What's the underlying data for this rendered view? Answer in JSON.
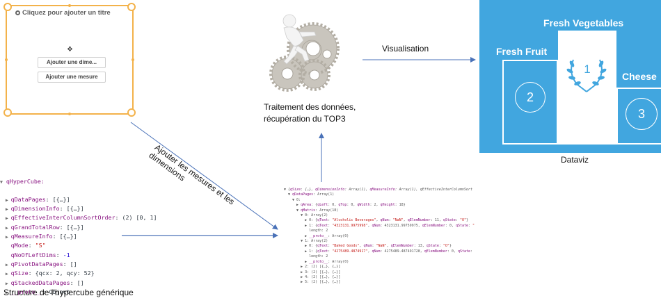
{
  "qlik_object": {
    "title_placeholder": "Cliquez pour ajouter un titre",
    "buttons": [
      {
        "label": "Ajouter une dime..."
      },
      {
        "label": "Ajouter une mesure"
      }
    ],
    "icons": {
      "title": "chart-object-icon",
      "center": "puzzle-piece-icon"
    },
    "border_color": "#f3b24a"
  },
  "hypercube": {
    "caption": "Structure de l’hypercube générique",
    "root": "qHyperCube:",
    "lines": [
      {
        "key": "qDataPages",
        "value": "[{…}]",
        "expandable": true
      },
      {
        "key": "qDimensionInfo",
        "value": "[{…}]",
        "expandable": true
      },
      {
        "key": "qEffectiveInterColumnSortOrder",
        "value": "(2) [0, 1]",
        "expandable": true
      },
      {
        "key": "qGrandTotalRow",
        "value": "[{…}]",
        "expandable": true
      },
      {
        "key": "qMeasureInfo",
        "value": "[{…}]",
        "expandable": true
      },
      {
        "key": "qMode",
        "value": "\"S\"",
        "expandable": false
      },
      {
        "key": "qNoOfLeftDims",
        "value": "-1",
        "expandable": false
      },
      {
        "key": "qPivotDataPages",
        "value": "[]",
        "expandable": true
      },
      {
        "key": "qSize",
        "value": "{qcx: 2, qcy: 52}",
        "expandable": true
      },
      {
        "key": "qStackedDataPages",
        "value": "[]",
        "expandable": true
      },
      {
        "key": "__proto__",
        "value": "Object",
        "expandable": true
      }
    ]
  },
  "datapages_dump": {
    "lines": [
      "▼ {qSize: {…}, qDimensionInfo: Array(1), qMeasureInfo: Array(1), qEffectiveInterColumnSort",
      "  ▼ qDataPages: Array(1)",
      "    ▼ 0:",
      "      ▶ qArea: {qLeft: 0, qTop: 0, qWidth: 2, qHeight: 18}",
      "      ▼ qMatrix: Array(18)",
      "        ▼ 0: Array(2)",
      "          ▶ 0: {qText: \"Alcoholic Beverages\", qNum: \"NaN\", qElemNumber: 11, qState: \"O\"}",
      "          ▶ 1: {qText: \"4323131.9975998\", qNum: 4323131.99759975, qElemNumber: 0, qState: \"",
      "            length: 2",
      "          ▶ __proto__: Array(0)",
      "        ▼ 1: Array(2)",
      "          ▶ 0: {qText: \"Baked Goods\", qNum: \"NaN\", qElemNumber: 13, qState: \"O\"}",
      "          ▶ 1: {qText: \"4275489.4874917\", qNum: 4275489.487491728, qElemNumber: 0, qState:",
      "            length: 2",
      "          ▶ __proto__: Array(0)",
      "        ▶ 2: (2) [{…}, {…}]",
      "        ▶ 3: (2) [{…}, {…}]",
      "        ▶ 4: (2) [{…}, {…}]",
      "        ▶ 5: (2) [{…}, {…}]"
    ]
  },
  "processing": {
    "caption_line1": "Traitement des données,",
    "caption_line2": "récupération du TOP3",
    "illustration": "figure-pushing-gears-icon"
  },
  "arrows": {
    "add_measures_label": "Ajouter les mesures et les dimensions",
    "add_line1": "Ajouter les mesures et les",
    "add_line2": "dimensions",
    "visualisation_label": "Visualisation",
    "color": "#4a72b8"
  },
  "dataviz": {
    "caption": "Dataviz",
    "background": "#41a6df",
    "podium": [
      {
        "rank": "1",
        "label": "Fresh Vegetables"
      },
      {
        "rank": "2",
        "label": "Fresh Fruit"
      },
      {
        "rank": "3",
        "label": "Cheese"
      }
    ]
  }
}
